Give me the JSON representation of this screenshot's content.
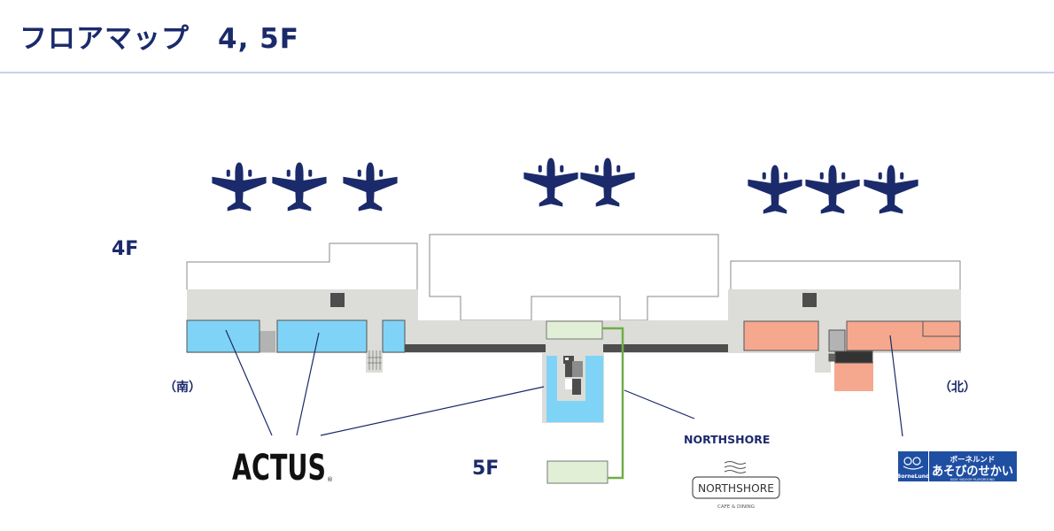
{
  "title": "フロアマップ　4, 5F",
  "floors": {
    "upper": "4F",
    "lower": "5F"
  },
  "directions": {
    "south": "（南）",
    "north": "（北）"
  },
  "shops": {
    "actus": {
      "logo_text": "ACTUS",
      "registered": "®"
    },
    "northshore": {
      "label": "NORTHSHORE",
      "logo_text": "NORTHSHORE",
      "tagline": "CAFE & DINING"
    },
    "bornelund": {
      "brand": "BorneLund",
      "katakana": "ボーネルンド",
      "name": "あそびのせかい",
      "sub": "KIDS' INDOOR PLAYGROUND"
    }
  },
  "colors": {
    "heading": "#1b2a6b",
    "actus": "#7fd3f7",
    "northshore": "#e1efd7",
    "bornelund": "#f5a88e",
    "corridor": "#dcdcd8",
    "airplane": "#1b2a6b",
    "route": "#70ad47"
  },
  "icons": [
    "airplane-icon",
    "elevator-icon",
    "stairs-icon"
  ]
}
